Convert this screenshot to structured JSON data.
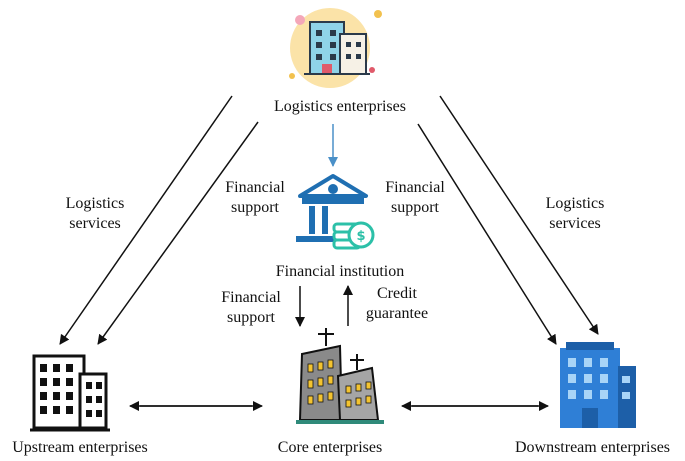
{
  "nodes": {
    "logistics": "Logistics enterprises",
    "financial_institution": "Financial institution",
    "upstream": "Upstream enterprises",
    "core": "Core enterprises",
    "downstream": "Downstream enterprises"
  },
  "edges": {
    "logistics_services_left": [
      "Logistics",
      "services"
    ],
    "logistics_services_right": [
      "Logistics",
      "services"
    ],
    "financial_support_left": [
      "Financial",
      "support"
    ],
    "financial_support_right": [
      "Financial",
      "support"
    ],
    "financial_support_core": [
      "Financial",
      "support"
    ],
    "credit_guarantee": [
      "Credit",
      "guarantee"
    ]
  },
  "colors": {
    "arrow": "#111111",
    "highlight_arrow": "#4a90c8",
    "bank_blue": "#1f6fb2",
    "coin_teal": "#2cc0a8",
    "building_blue": "#2f7fd6",
    "icon_bg": "#fbe3a8"
  },
  "icons": [
    "logistics-building-icon",
    "bank-icon",
    "upstream-building-icon",
    "core-factory-icon",
    "downstream-building-icon"
  ]
}
